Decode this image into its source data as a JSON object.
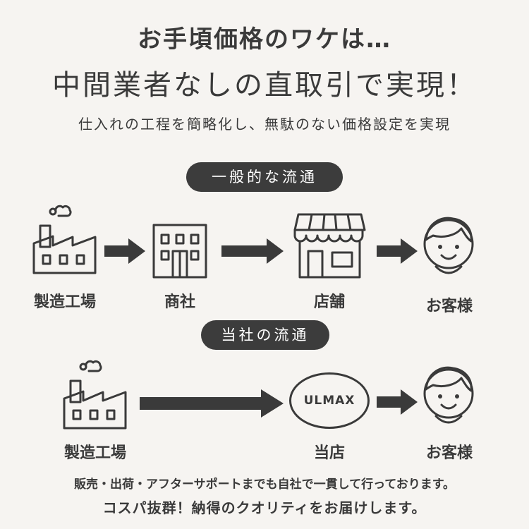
{
  "header": {
    "title1": "お手頃価格のワケは…",
    "title2": "中間業者なしの直取引で実現！",
    "subtitle": "仕入れの工程を簡略化し、無駄のない価格設定を実現"
  },
  "general_flow": {
    "heading": "一般的な流通",
    "steps": [
      {
        "label": "製造工場",
        "icon": "factory-icon"
      },
      {
        "label": "商社",
        "icon": "office-building-icon"
      },
      {
        "label": "店舗",
        "icon": "store-icon"
      },
      {
        "label": "お客様",
        "icon": "customer-face-icon"
      }
    ]
  },
  "our_flow": {
    "heading": "当社の流通",
    "steps": [
      {
        "label": "製造工場",
        "icon": "factory-icon"
      },
      {
        "label": "当店",
        "icon": "ulmax-logo-icon",
        "logo_text": "ULMAX"
      },
      {
        "label": "お客様",
        "icon": "customer-face-icon"
      }
    ]
  },
  "footer": {
    "line1": "販売・出荷・アフターサポートまでも自社で一貫して行っております。",
    "line2": "コスパ抜群！納得のクオリティをお届けします。"
  },
  "colors": {
    "background": "#f6f4f1",
    "ink": "#3a3a3a",
    "pill": "#3c3c3c"
  }
}
